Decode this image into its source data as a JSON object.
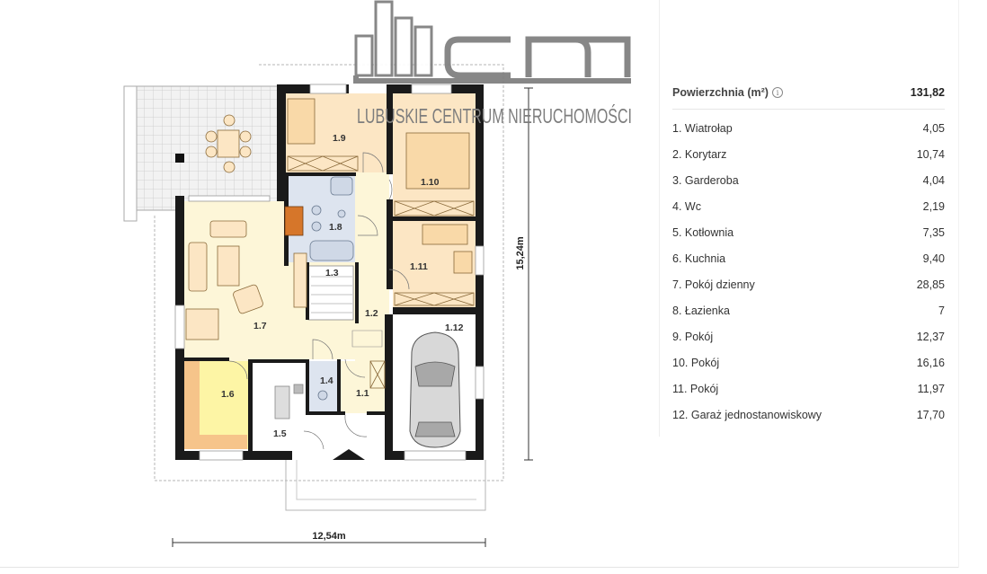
{
  "logo": {
    "letters": "LCN",
    "text": "LUBUSKIE CENTRUM NIERUCHOMOŚCI"
  },
  "floorplan": {
    "dimension_width": "12,54m",
    "dimension_height": "15,24m",
    "room_labels": [
      "1.1",
      "1.2",
      "1.3",
      "1.4",
      "1.5",
      "1.6",
      "1.7",
      "1.8",
      "1.9",
      "1.10",
      "1.11",
      "1.12"
    ]
  },
  "panel": {
    "total_label": "Powierzchnia (m²)",
    "total_value": "131,82",
    "info_icon": "info-icon",
    "rooms": [
      {
        "name": "1. Wiatrołap",
        "area": "4,05"
      },
      {
        "name": "2. Korytarz",
        "area": "10,74"
      },
      {
        "name": "3. Garderoba",
        "area": "4,04"
      },
      {
        "name": "4. Wc",
        "area": "2,19"
      },
      {
        "name": "5. Kotłownia",
        "area": "7,35"
      },
      {
        "name": "6. Kuchnia",
        "area": "9,40"
      },
      {
        "name": "7. Pokój dzienny",
        "area": "28,85"
      },
      {
        "name": "8. Łazienka",
        "area": "7"
      },
      {
        "name": "9. Pokój",
        "area": "12,37"
      },
      {
        "name": "10. Pokój",
        "area": "16,16"
      },
      {
        "name": "11. Pokój",
        "area": "11,97"
      },
      {
        "name": "12. Garaż jednostanowiskowy",
        "area": "17,70"
      }
    ]
  },
  "colors": {
    "wall": "#1a1a1a",
    "living": "#fdf6d8",
    "bedroom": "#fce6c4",
    "kitchen": "#fdf5a5",
    "bathroom": "#dde4ef",
    "logo": "#7d7d7d"
  }
}
